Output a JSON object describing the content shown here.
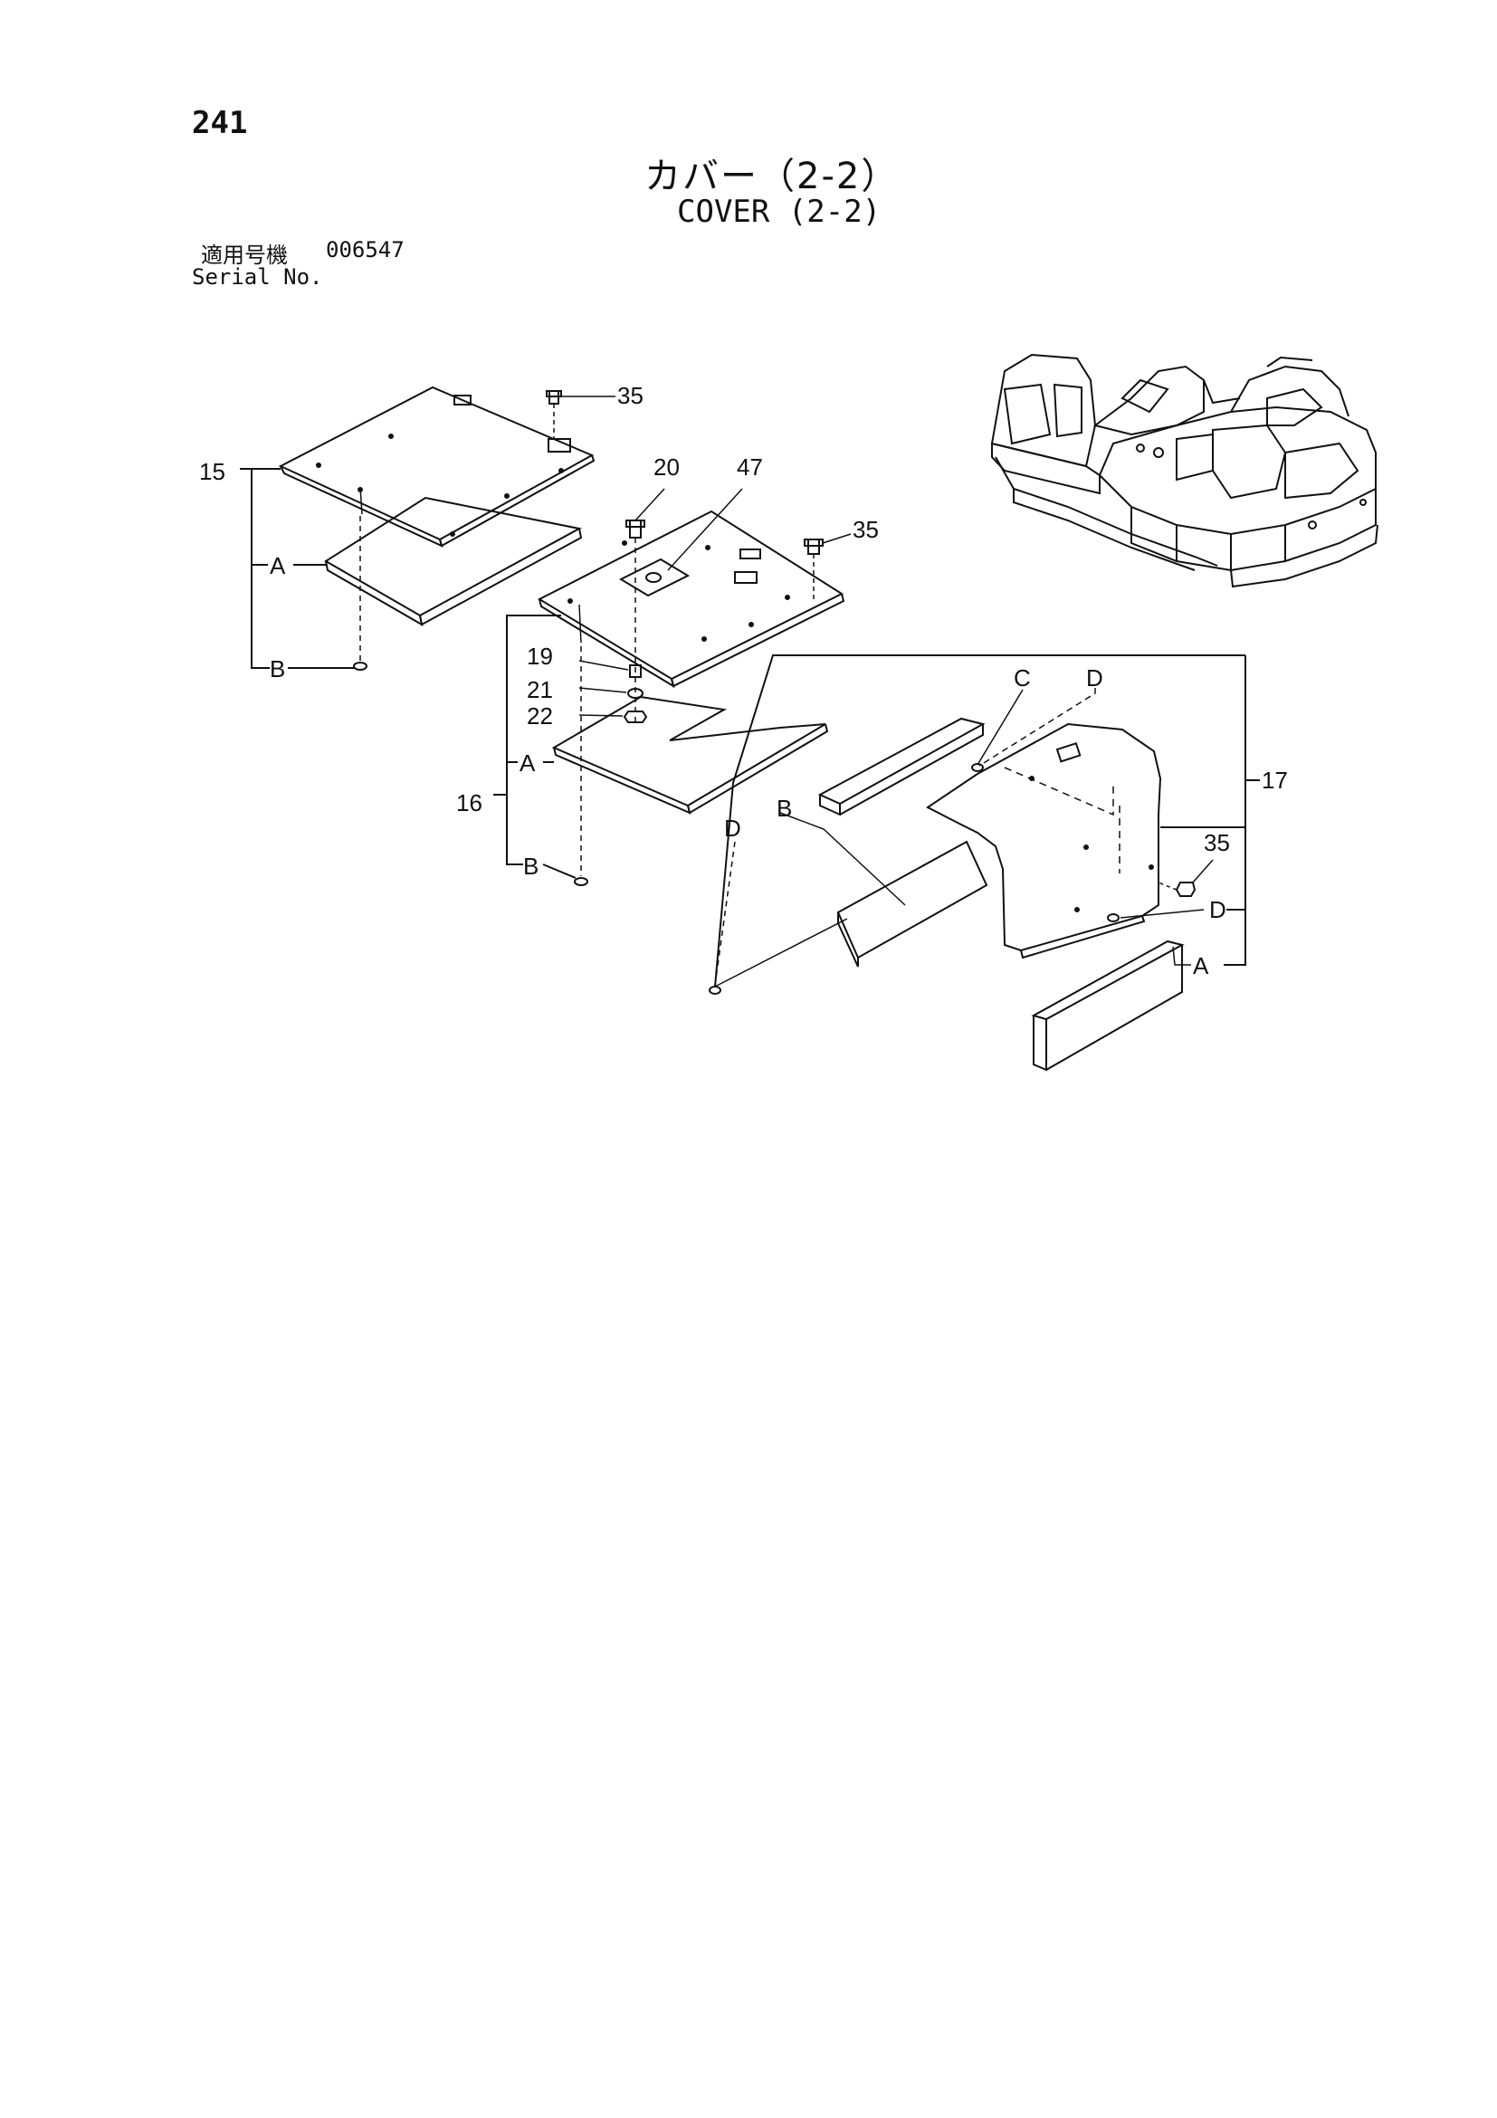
{
  "header": {
    "page_number": "241",
    "title_jp": "カバー（2-2）",
    "title_en": "COVER (2-2)",
    "serial_label_jp": "適用号機",
    "serial_value": "006547",
    "serial_label_en": "Serial No."
  },
  "callouts": {
    "c15": "15",
    "c16": "16",
    "c17": "17",
    "c19": "19",
    "c20": "20",
    "c21": "21",
    "c22": "22",
    "c35a": "35",
    "c35b": "35",
    "c35c": "35",
    "c47": "47"
  },
  "letters": {
    "a": "A",
    "b": "B",
    "c": "C",
    "d": "D"
  }
}
